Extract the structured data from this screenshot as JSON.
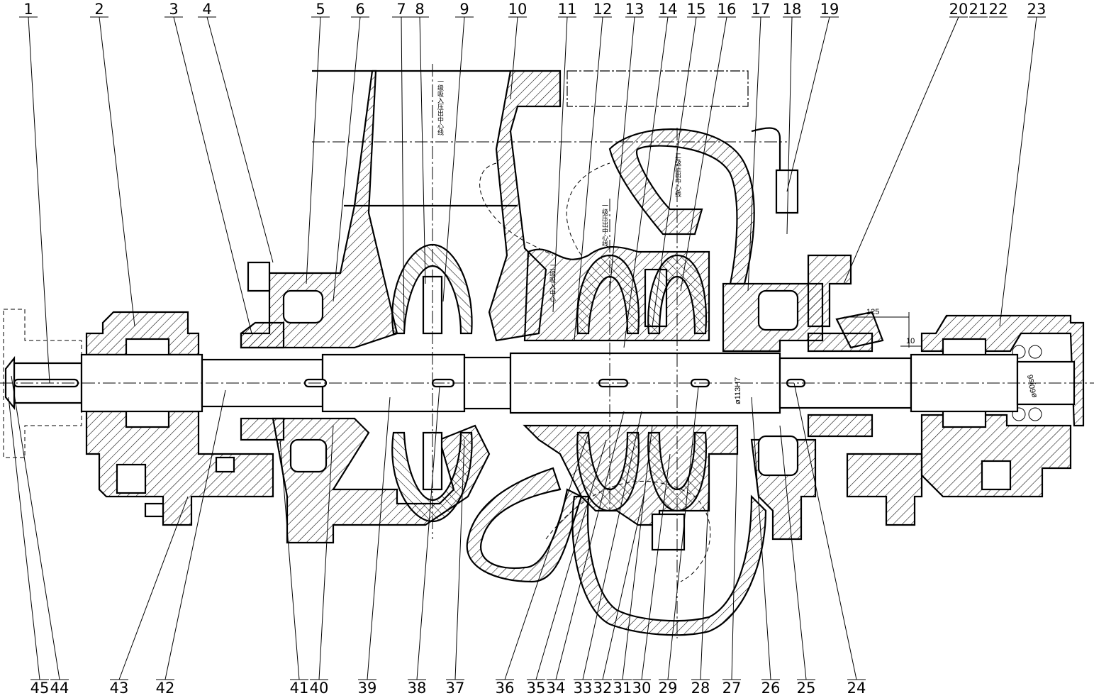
{
  "drawing": {
    "title": "Two-stage pump assembly cross-section",
    "top_labels": [
      "1",
      "2",
      "3",
      "4",
      "5",
      "6",
      "7",
      "8",
      "9",
      "10",
      "11",
      "12",
      "13",
      "14",
      "15",
      "16",
      "17",
      "18",
      "19",
      "20",
      "21",
      "22",
      "23"
    ],
    "bottom_labels": [
      "45",
      "44",
      "43",
      "42",
      "41",
      "40",
      "39",
      "38",
      "37",
      "36",
      "35",
      "34",
      "33",
      "32",
      "31",
      "30",
      "29",
      "28",
      "27",
      "26",
      "25",
      "24"
    ],
    "annotations": {
      "dim_125": "125",
      "dim_10": "10",
      "fit_sleeve": "ø113H7",
      "fit_bearing": "ø60js6",
      "centerline_stage1_suction": "一级吸入压出中心线",
      "centerline_stage1_discharge": "一级压出中心线",
      "centerline_stage2_suction": "二级吸入中心",
      "centerline_stage2_discharge": "二级压出中心线"
    }
  }
}
